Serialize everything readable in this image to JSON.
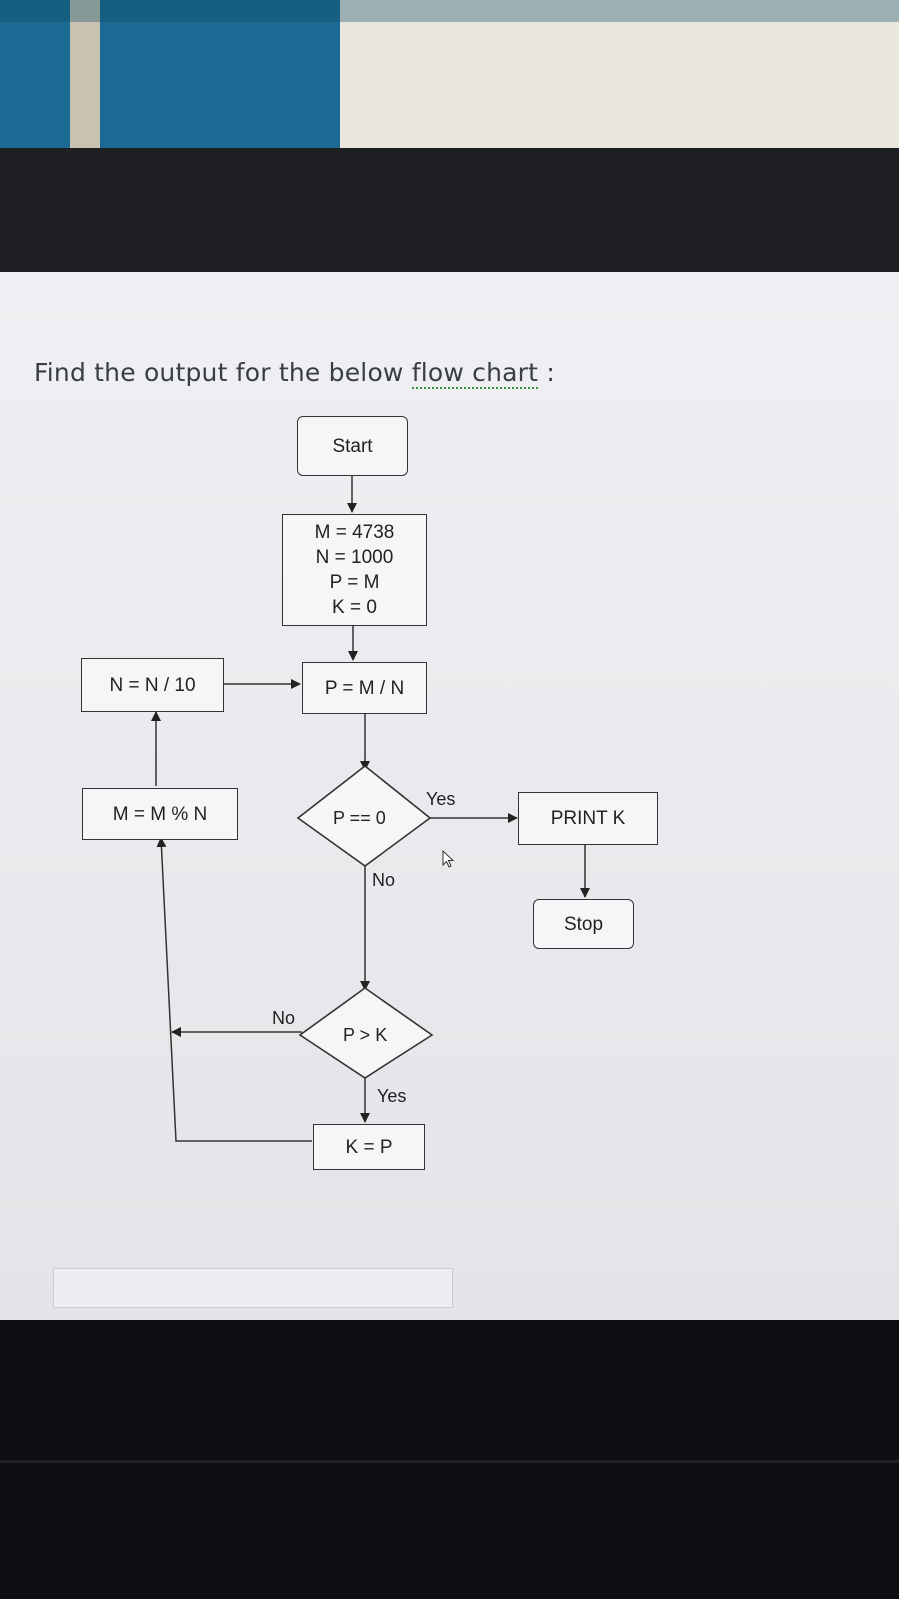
{
  "question": {
    "prefix": "Find the output for the below ",
    "highlight": "flow chart",
    "suffix": " :"
  },
  "flowchart": {
    "start": "Start",
    "init": [
      "M = 4738",
      "N = 1000",
      "P = M",
      "K = 0"
    ],
    "divide": "P = M / N",
    "n_update": "N = N / 10",
    "m_update": "M = M % N",
    "cond_zero": "P == 0",
    "cond_gt": "P > K",
    "assign_k": "K = P",
    "print": "PRINT K",
    "stop": "Stop",
    "labels": {
      "zero_yes": "Yes",
      "zero_no": "No",
      "gt_no": "No",
      "gt_yes": "Yes"
    }
  },
  "answer": {
    "value": ""
  }
}
